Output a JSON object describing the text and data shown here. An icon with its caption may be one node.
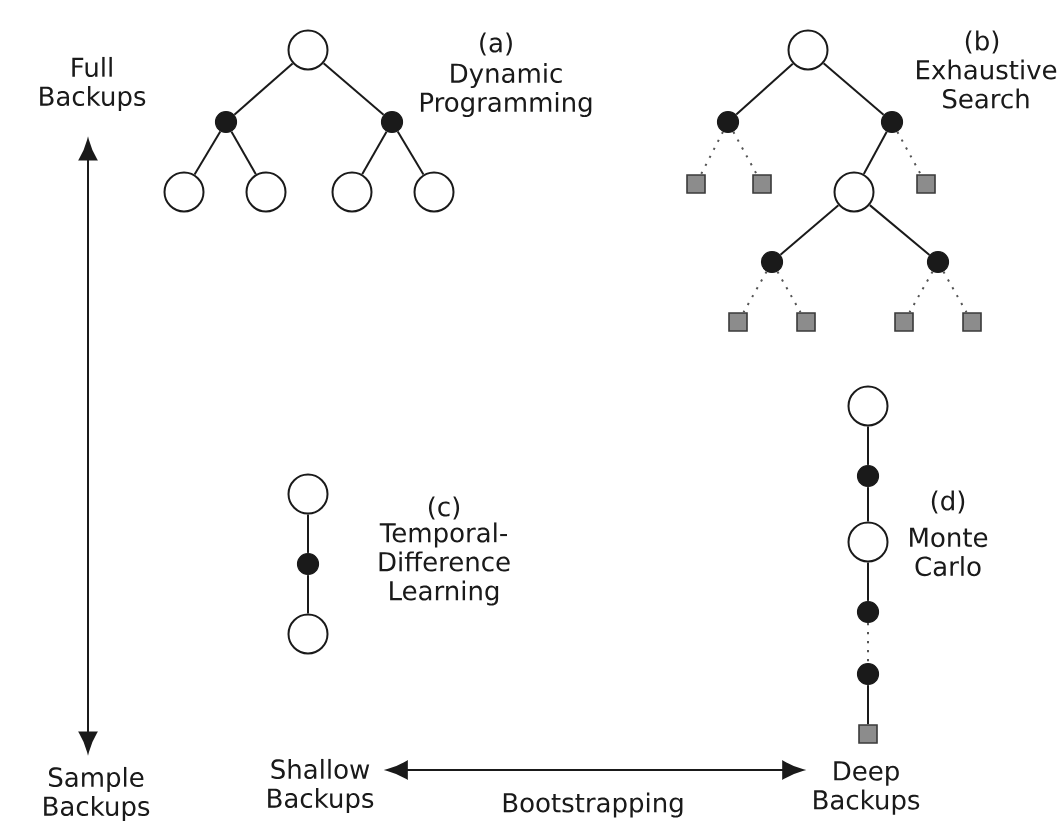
{
  "diagram": {
    "nodes": [
      {
        "text": [
          "Full Backups"
        ]
      },
      {
        "text": [],
        "shape": "circle"
      },
      {
        "text": [],
        "shape": "dot"
      },
      {
        "text": [],
        "shape": "dot"
      },
      {
        "text": [],
        "shape": "circle"
      },
      {
        "text": [],
        "shape": "circle"
      },
      {
        "text": [],
        "shape": "circle"
      },
      {
        "text": [],
        "shape": "circle"
      },
      {
        "text": [],
        "shape": "circle"
      },
      {
        "text": [],
        "shape": "dot"
      },
      {
        "text": [],
        "shape": "dot"
      },
      {
        "text": [],
        "shape": "square"
      },
      {
        "text": [],
        "shape": "square"
      },
      {
        "text": [],
        "shape": "square"
      },
      {
        "text": [],
        "shape": "circle"
      },
      {
        "text": [],
        "shape": "dot"
      },
      {
        "text": [],
        "shape": "dot"
      },
      {
        "text": [],
        "shape": "square"
      },
      {
        "text": [],
        "shape": "square"
      },
      {
        "text": [],
        "shape": "square"
      },
      {
        "text": [],
        "shape": "square"
      },
      {
        "text": [],
        "shape": "circle"
      },
      {
        "text": [],
        "shape": "dot"
      },
      {
        "text": [],
        "shape": "circle"
      },
      {
        "text": [],
        "shape": "circle"
      },
      {
        "text": [],
        "shape": "dot"
      },
      {
        "text": [],
        "shape": "circle"
      },
      {
        "text": [],
        "shape": "dot"
      },
      {
        "text": [],
        "shape": "dot"
      },
      {
        "text": [],
        "shape": "square"
      },
      {
        "text": [
          "Sample Backups"
        ]
      },
      {
        "text": [
          "Shallow Backups"
        ]
      },
      {
        "text": [
          "Deep Backups"
        ]
      }
    ],
    "edges": [
      {
        "from": 1,
        "to": 2,
        "arrow": "none"
      },
      {
        "from": 1,
        "to": 3,
        "arrow": "none"
      },
      {
        "from": 2,
        "to": 4,
        "arrow": "none"
      },
      {
        "from": 2,
        "to": 5,
        "arrow": "none"
      },
      {
        "from": 3,
        "to": 6,
        "arrow": "none"
      },
      {
        "from": 3,
        "to": 7,
        "arrow": "none"
      },
      {
        "from": 8,
        "to": 9,
        "arrow": "none"
      },
      {
        "from": 8,
        "to": 10,
        "arrow": "none"
      },
      {
        "from": 9,
        "to": 11,
        "arrow": "none",
        "style": "dashed"
      },
      {
        "from": 9,
        "to": 12,
        "arrow": "none",
        "style": "dashed"
      },
      {
        "from": 10,
        "to": 14,
        "arrow": "none"
      },
      {
        "from": 10,
        "to": 13,
        "arrow": "none",
        "style": "dashed"
      },
      {
        "from": 14,
        "to": 15,
        "arrow": "none"
      },
      {
        "from": 14,
        "to": 16,
        "arrow": "none"
      },
      {
        "from": 15,
        "to": 17,
        "arrow": "none",
        "style": "dashed"
      },
      {
        "from": 15,
        "to": 18,
        "arrow": "none",
        "style": "dashed"
      },
      {
        "from": 16,
        "to": 19,
        "arrow": "none",
        "style": "dashed"
      },
      {
        "from": 16,
        "to": 20,
        "arrow": "none",
        "style": "dashed"
      },
      {
        "from": 21,
        "to": 22,
        "arrow": "none"
      },
      {
        "from": 22,
        "to": 23,
        "arrow": "none"
      },
      {
        "from": 24,
        "to": 25,
        "arrow": "none"
      },
      {
        "from": 25,
        "to": 26,
        "arrow": "none"
      },
      {
        "from": 26,
        "to": 27,
        "arrow": "none"
      },
      {
        "from": 27,
        "to": 28,
        "arrow": "none",
        "style": "dashed"
      },
      {
        "from": 28,
        "to": 29,
        "arrow": "none"
      },
      {
        "from": 0,
        "to": 30,
        "arrow": "both"
      },
      {
        "from": 31,
        "to": 32,
        "arrow": "both",
        "label": "Bootstrapping"
      }
    ],
    "labels": [
      "(a)",
      "Dynamic Programming",
      "(b)",
      "Exhaustive Search",
      "(c)",
      "Temporal-Difference Learning",
      "(d)",
      "Monte Carlo"
    ]
  }
}
